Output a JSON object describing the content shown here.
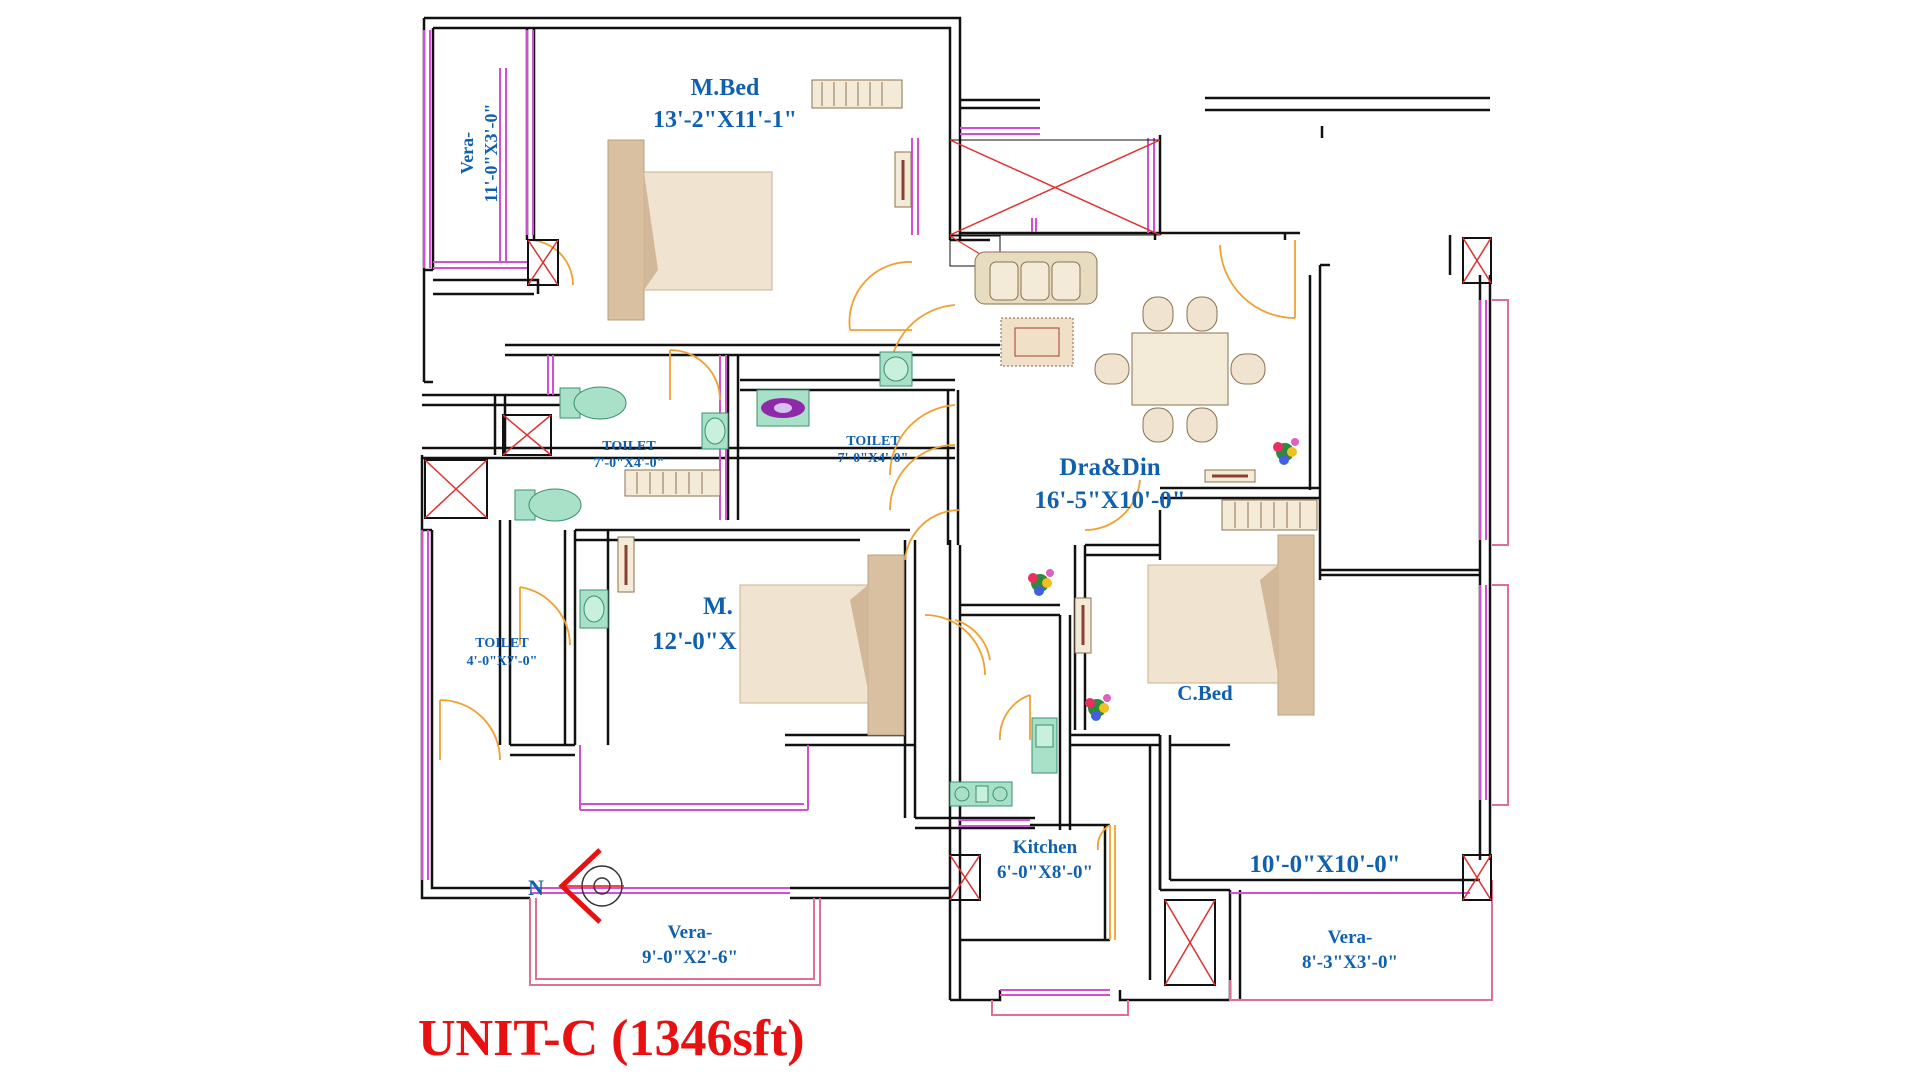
{
  "plan": {
    "title": "UNIT-C (1346sft)",
    "rooms": {
      "master_bed_1": {
        "name": "M.Bed",
        "size": "13'-2\"X11'-1\""
      },
      "vera_left": {
        "name": "Vera-",
        "size": "11'-0\"X3'-0\""
      },
      "toilet_1": {
        "name": "TOILET",
        "size": "7'-0\"X4'-0\""
      },
      "toilet_2": {
        "name": "TOILET",
        "size": "7'-0\"X4'-0\""
      },
      "drawing_dining": {
        "name": "Dra&Din",
        "size": "16'-5\"X10'-0\""
      },
      "master_bed_2": {
        "name": "M.",
        "size": "12'-0\"X"
      },
      "toilet_3": {
        "name": "TOILET",
        "size": "4'-0\"X7'-0\""
      },
      "children_bed": {
        "name": "C.Bed",
        "size": "10'-0\"X10'-0\""
      },
      "kitchen": {
        "name": "Kitchen",
        "size": "6'-0\"X8'-0\""
      },
      "vera_bottom_left": {
        "name": "Vera-",
        "size": "9'-0\"X2'-6\""
      },
      "vera_bottom_right": {
        "name": "Vera-",
        "size": "8'-3\"X3'-0\""
      }
    },
    "north_marker": "N",
    "colors": {
      "walls": "#111111",
      "labels": "#1060b0",
      "title": "#e81010",
      "windows": "#d050d0",
      "balcony_rails": "#e07090",
      "doors": "#f0a030",
      "beds": "#f0e4d0",
      "sanitary": "#a8e0c8",
      "north_arrow": "#e81010"
    },
    "icons": [
      "bed-icon",
      "sofa-icon",
      "dining-table-icon",
      "wc-icon",
      "washbasin-icon",
      "plant-icon",
      "kitchen-sink-icon",
      "wardrobe-icon",
      "shaft-icon",
      "north-arrow-icon"
    ]
  }
}
